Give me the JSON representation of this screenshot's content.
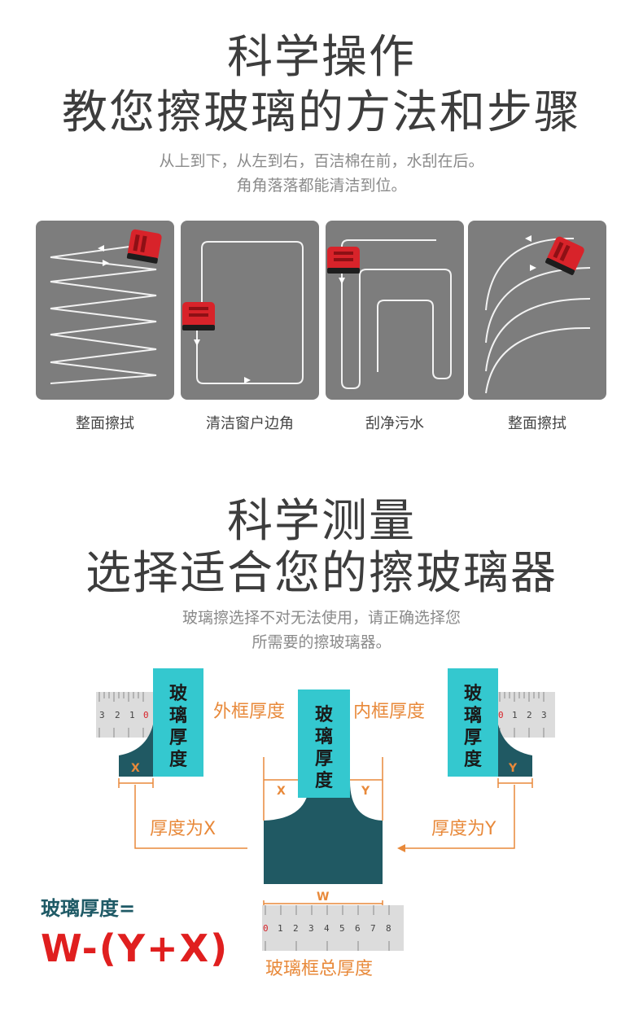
{
  "section1": {
    "title_line1": "科学操作",
    "title_line2": "教您擦玻璃的方法和步骤",
    "subtitle_line1": "从上到下，从左到右，百洁棉在前，水刮在后。",
    "subtitle_line2": "角角落落都能清洁到位。",
    "panels": [
      {
        "caption": "整面擦拭",
        "icon": "zigzag-path-icon"
      },
      {
        "caption": "清洁窗户边角",
        "icon": "corner-path-icon"
      },
      {
        "caption": "刮净污水",
        "icon": "serpentine-path-icon"
      },
      {
        "caption": "整面擦拭",
        "icon": "arc-path-icon"
      }
    ]
  },
  "section2": {
    "title_line1": "科学测量",
    "title_line2": "选择适合您的擦玻璃器",
    "subtitle_line1": "玻璃擦选择不对无法使用，请正确选择您",
    "subtitle_line2": "所需要的擦玻璃器。",
    "glass_chars": [
      "玻",
      "璃",
      "厚",
      "度"
    ],
    "outer_frame_label": "外框厚度",
    "inner_frame_label": "内框厚度",
    "thickness_x_label": "厚度为X",
    "thickness_y_label": "厚度为Y",
    "letter_x": "X",
    "letter_y": "Y",
    "letter_w": "W",
    "total_frame_label": "玻璃框总厚度",
    "formula_label": "玻璃厚度=",
    "formula": "W-(Y+X)",
    "ruler_left_nums": [
      "3",
      "2",
      "1",
      "0"
    ],
    "ruler_right_nums": [
      "0",
      "1",
      "2",
      "3"
    ],
    "ruler_bottom_nums": [
      "0",
      "1",
      "2",
      "3",
      "4",
      "5",
      "6",
      "7",
      "8"
    ]
  },
  "colors": {
    "device_red": "#d8232a",
    "glass_cyan": "#34c8cf",
    "frame_dark": "#205963",
    "accent_orange": "#e8893a",
    "formula_red": "#e01f1f",
    "formula_label": "#1f5a66",
    "panel_gray": "#7d7d7d"
  }
}
